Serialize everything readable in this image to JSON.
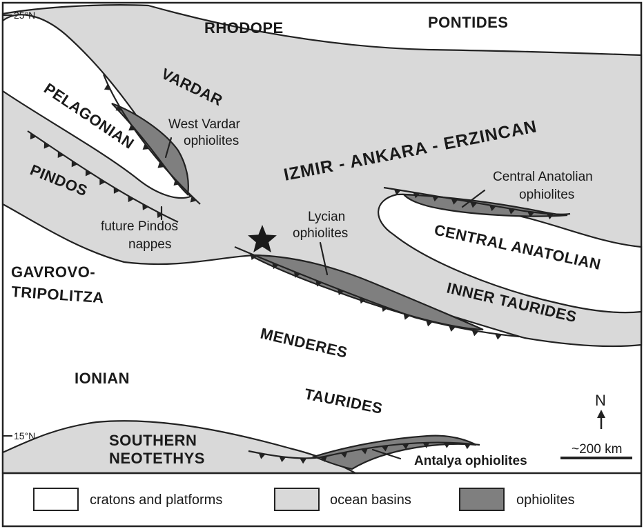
{
  "latitudes": {
    "north": "25°N",
    "south": "15°N"
  },
  "regions": {
    "rhodope": "RHODOPE",
    "pontides": "PONTIDES",
    "vardar": "VARDAR",
    "pelagonian": "PELAGONIAN",
    "pindos": "PINDOS",
    "izmir_ankara_erzincan": "IZMIR - ANKARA - ERZINCAN",
    "central_anatolian": "CENTRAL ANATOLIAN",
    "inner_taurides": "INNER TAURIDES",
    "gavrovo_line1": "GAVROVO-",
    "gavrovo_line2": "TRIPOLITZA",
    "menderes": "MENDERES",
    "ionian": "IONIAN",
    "taurides": "TAURIDES",
    "southern_line1": "SOUTHERN",
    "southern_line2": "NEOTETHYS"
  },
  "annotations": {
    "west_vardar_line1": "West Vardar",
    "west_vardar_line2": "ophiolites",
    "central_anatolian_oph_line1": "Central Anatolian",
    "central_anatolian_oph_line2": "ophiolites",
    "lycian_line1": "Lycian",
    "lycian_line2": "ophiolites",
    "future_pindos_line1": "future Pindos",
    "future_pindos_line2": "nappes",
    "antalya": "Antalya ophiolites"
  },
  "north_arrow": {
    "label": "N"
  },
  "scale_bar": {
    "label": "~200 km"
  },
  "legend": [
    {
      "label": "cratons and platforms",
      "color": "#ffffff"
    },
    {
      "label": "ocean basins",
      "color": "#d9d9d9"
    },
    {
      "label": "ophiolites",
      "color": "#7f7f7f"
    }
  ],
  "colors": {
    "craton": "#ffffff",
    "ocean": "#d9d9d9",
    "ophiolite": "#7f7f7f",
    "line": "#222222"
  }
}
